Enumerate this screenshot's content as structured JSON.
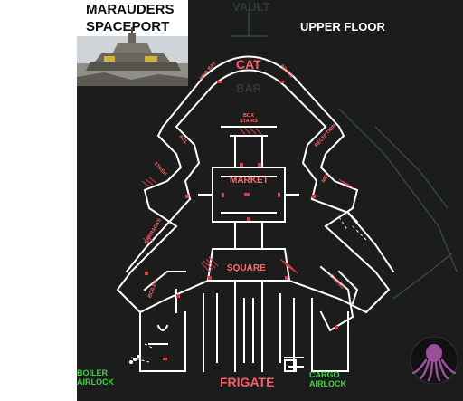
{
  "map": {
    "title_line1": "MARAUDERS",
    "title_line2": "SPACEPORT",
    "floor": "UPPER FLOOR",
    "rooms": {
      "cat": "CAT",
      "market": "MARKET",
      "square": "SQUARE",
      "frigate": "FRIGATE",
      "med_bay": "MED BAY",
      "admin": "ADMIN",
      "box_stairs": "BOX STAIRS",
      "acl": "ACL",
      "reception": "RECEPTION",
      "stash": "STASH",
      "mel": "MEL",
      "barracks": "BARRACKS",
      "boiler": "BOILER",
      "cargo": "CARGO"
    },
    "airlocks": {
      "boiler_line1": "BOILER",
      "boiler_line2": "AIRLOCK",
      "cargo_line1": "CARGO",
      "cargo_line2": "AIRLOCK"
    },
    "lower_floor_ghosts": {
      "vault": "VAULT",
      "bar": "BAR"
    },
    "colors": {
      "walls": "#ffffff",
      "room_labels": "#ff5a66",
      "airlocks": "#3ed43e",
      "background": "#1c1c1c",
      "logo": "#9b4f9b"
    },
    "icons": [
      "octopus-logo-icon",
      "spaceport-photo"
    ]
  }
}
